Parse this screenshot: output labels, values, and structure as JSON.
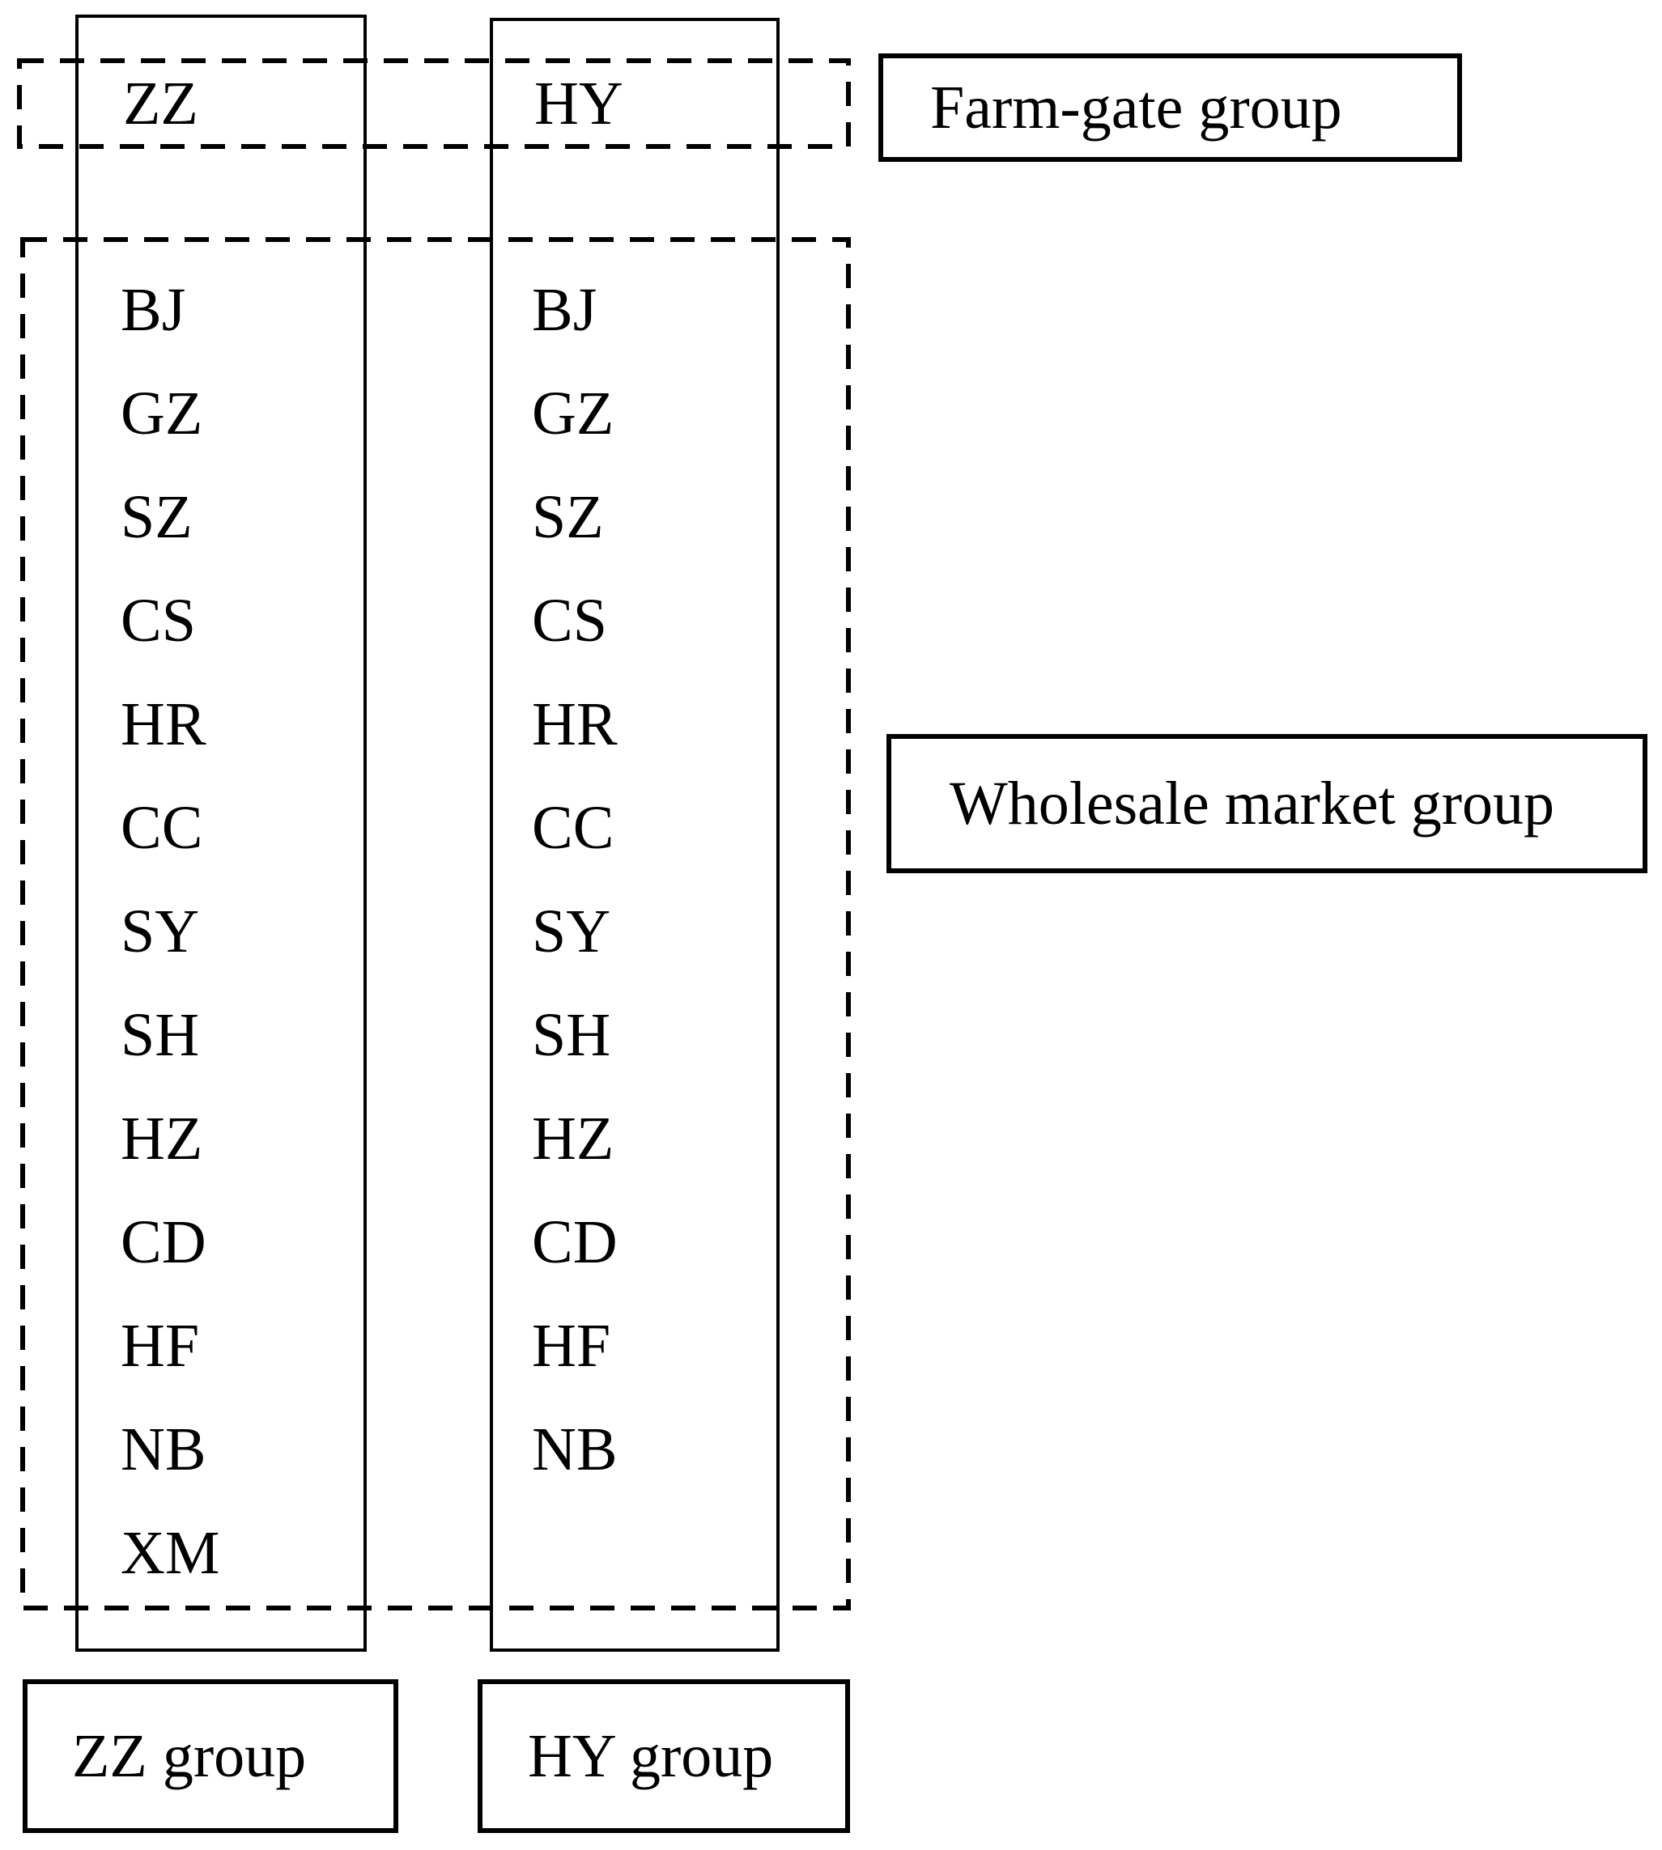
{
  "figure": {
    "background_color": "#ffffff",
    "line_color": "#000000",
    "text_color": "#000000",
    "groups": {
      "farm_gate": {
        "label": "Farm-gate group"
      },
      "wholesale": {
        "label": "Wholesale market group"
      }
    },
    "columns": [
      {
        "header": "ZZ",
        "footer": "ZZ group",
        "items": [
          "BJ",
          "GZ",
          "SZ",
          "CS",
          "HR",
          "CC",
          "SY",
          "SH",
          "HZ",
          "CD",
          "HF",
          "NB",
          "XM"
        ]
      },
      {
        "header": "HY",
        "footer": "HY group",
        "items": [
          "BJ",
          "GZ",
          "SZ",
          "CS",
          "HR",
          "CC",
          "SY",
          "SH",
          "HZ",
          "CD",
          "HF",
          "NB"
        ]
      }
    ]
  }
}
